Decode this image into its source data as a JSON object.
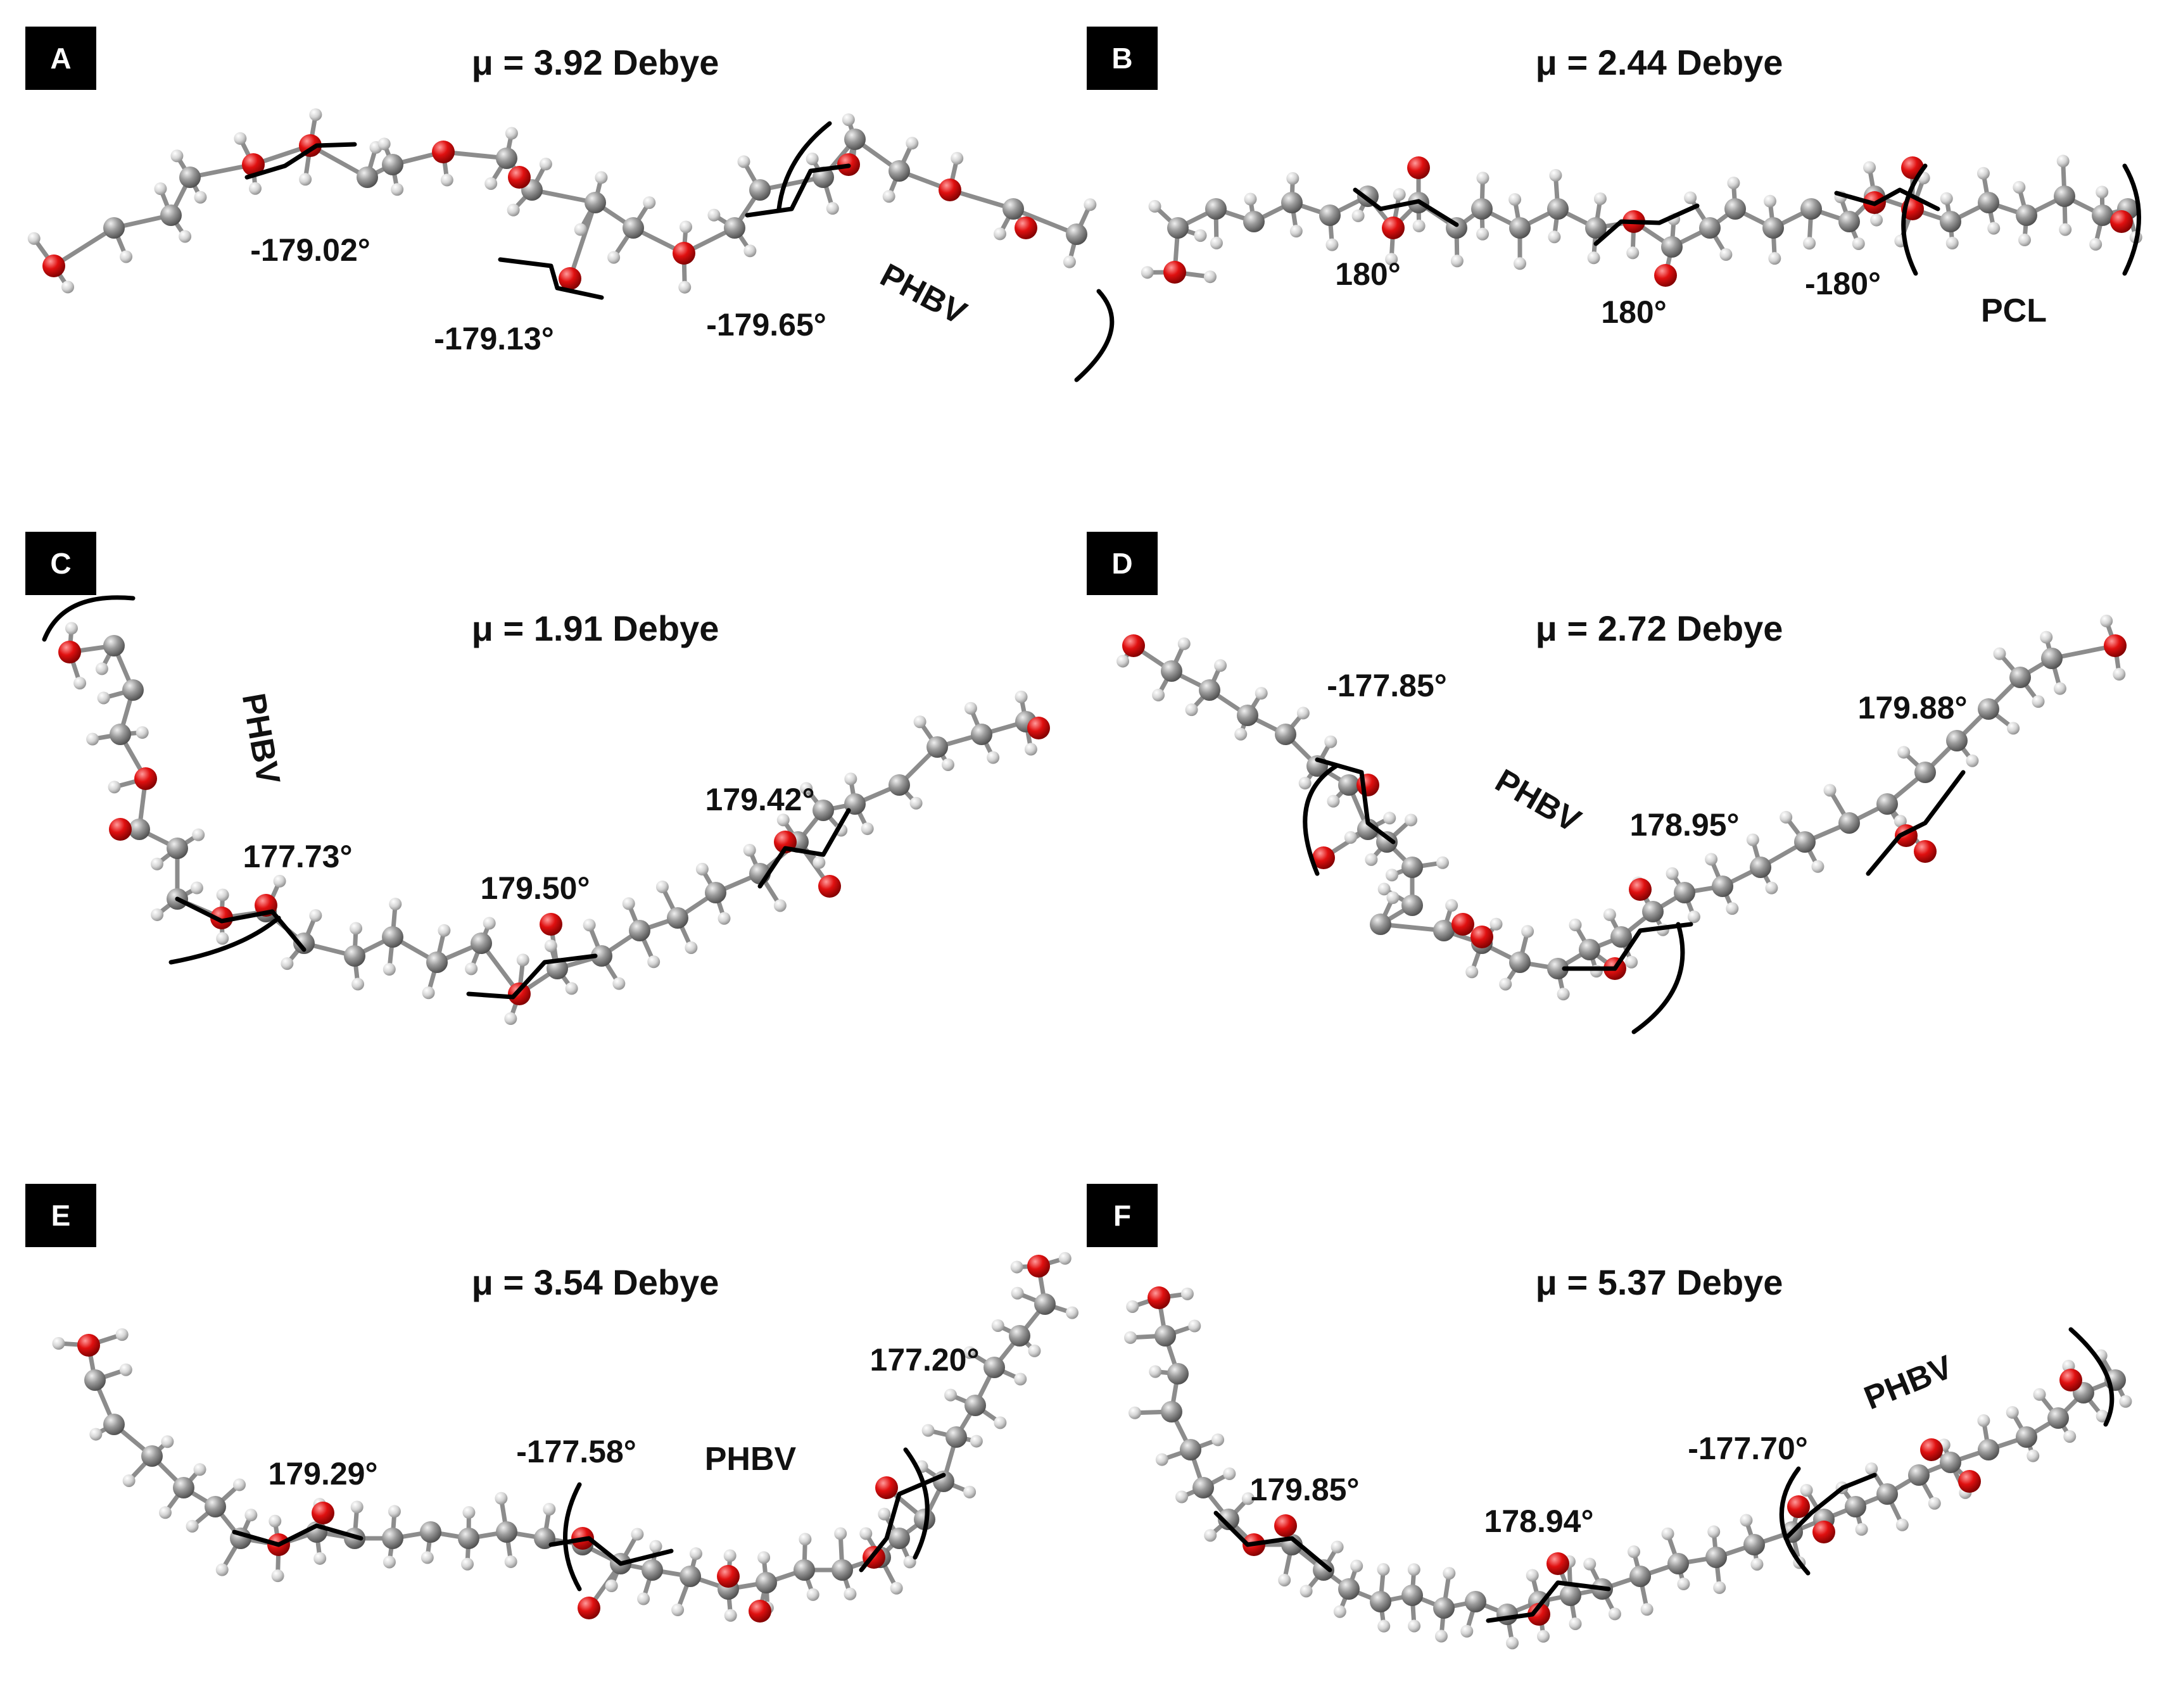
{
  "colors": {
    "carbon": "#8e8e8e",
    "oxygen": "#d11414",
    "hydrogen": "#d6d6d6",
    "badge": "#000000",
    "text": "#111111"
  },
  "panels": [
    {
      "letter": "A",
      "dipole_label": "μ = 3.92 Debye",
      "dihedral_angles": [
        "-179.02°",
        "-179.13°",
        "-179.65°"
      ],
      "polymer_label": "PHBV"
    },
    {
      "letter": "B",
      "dipole_label": "μ = 2.44 Debye",
      "dihedral_angles": [
        "180°",
        "180°",
        "-180°"
      ],
      "polymer_label": "PCL"
    },
    {
      "letter": "C",
      "dipole_label": "μ = 1.91 Debye",
      "dihedral_angles": [
        "177.73°",
        "179.50°",
        "179.42°"
      ],
      "polymer_label": "PHBV"
    },
    {
      "letter": "D",
      "dipole_label": "μ = 2.72 Debye",
      "dihedral_angles": [
        "-177.85°",
        "178.95°",
        "179.88°"
      ],
      "polymer_label": "PHBV"
    },
    {
      "letter": "E",
      "dipole_label": "μ = 3.54 Debye",
      "dihedral_angles": [
        "179.29°",
        "-177.58°",
        "177.20°"
      ],
      "polymer_label": "PHBV"
    },
    {
      "letter": "F",
      "dipole_label": "μ = 5.37 Debye",
      "dihedral_angles": [
        "179.85°",
        "178.94°",
        "-177.70°"
      ],
      "polymer_label": "PHBV"
    }
  ]
}
